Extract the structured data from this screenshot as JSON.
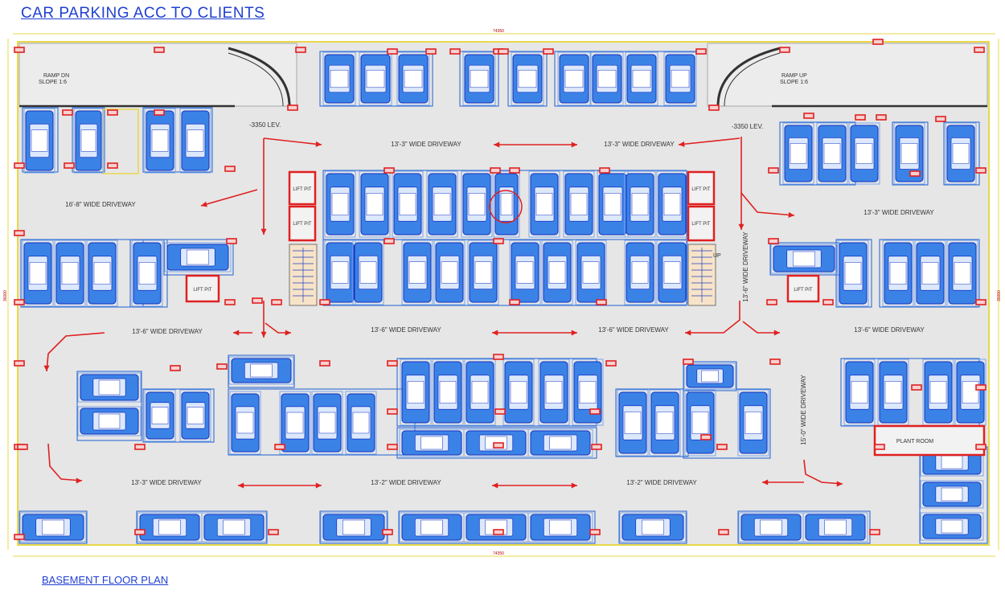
{
  "title": "CAR PARKING ACC TO CLIENTS",
  "subtitle": "BASEMENT FLOOR PLAN",
  "dimension_top": "74350",
  "dimension_bottom": "74350",
  "dimension_left": "36000",
  "dimension_right": "36000",
  "ramp_down": {
    "line1": "RAMP DN",
    "line2": "SLOPE 1:6"
  },
  "ramp_up": {
    "line1": "RAMP UP",
    "line2": "SLOPE 1:6"
  },
  "levels": [
    "-3350 LEV.",
    "-3350 LEV."
  ],
  "driveways": [
    "13'-3\" WIDE DRIVEWAY",
    "13'-3\" WIDE DRIVEWAY",
    "16'-8\" WIDE DRIVEWAY",
    "13'-3\" WIDE DRIVEWAY",
    "13'-6\" WIDE DRIVEWAY",
    "13'-6\" WIDE DRIVEWAY",
    "13'-6\" WIDE DRIVEWAY",
    "13'-6\" WIDE DRIVEWAY",
    "13'-3\" WIDE DRIVEWAY",
    "13'-2\" WIDE DRIVEWAY",
    "13'-2\" WIDE DRIVEWAY",
    "13'-6\" WIDE DRIVEWAY",
    "15'-0\" WIDE DRIVEWAY"
  ],
  "lift_pits": [
    "LIFT PIT",
    "LIFT PIT",
    "LIFT PIT",
    "LIFT PIT",
    "LIFT PIT",
    "LIFT PIT"
  ],
  "stair_up": "UP",
  "plant_room": "PLANT ROOM",
  "colors": {
    "floor": "#e6e6e6",
    "car_fill": "#3b82e6",
    "car_stroke": "#1030c0",
    "column": "#e02020",
    "arrow": "#e02020",
    "wall": "#e8d84a",
    "title": "#1f3fd0"
  }
}
